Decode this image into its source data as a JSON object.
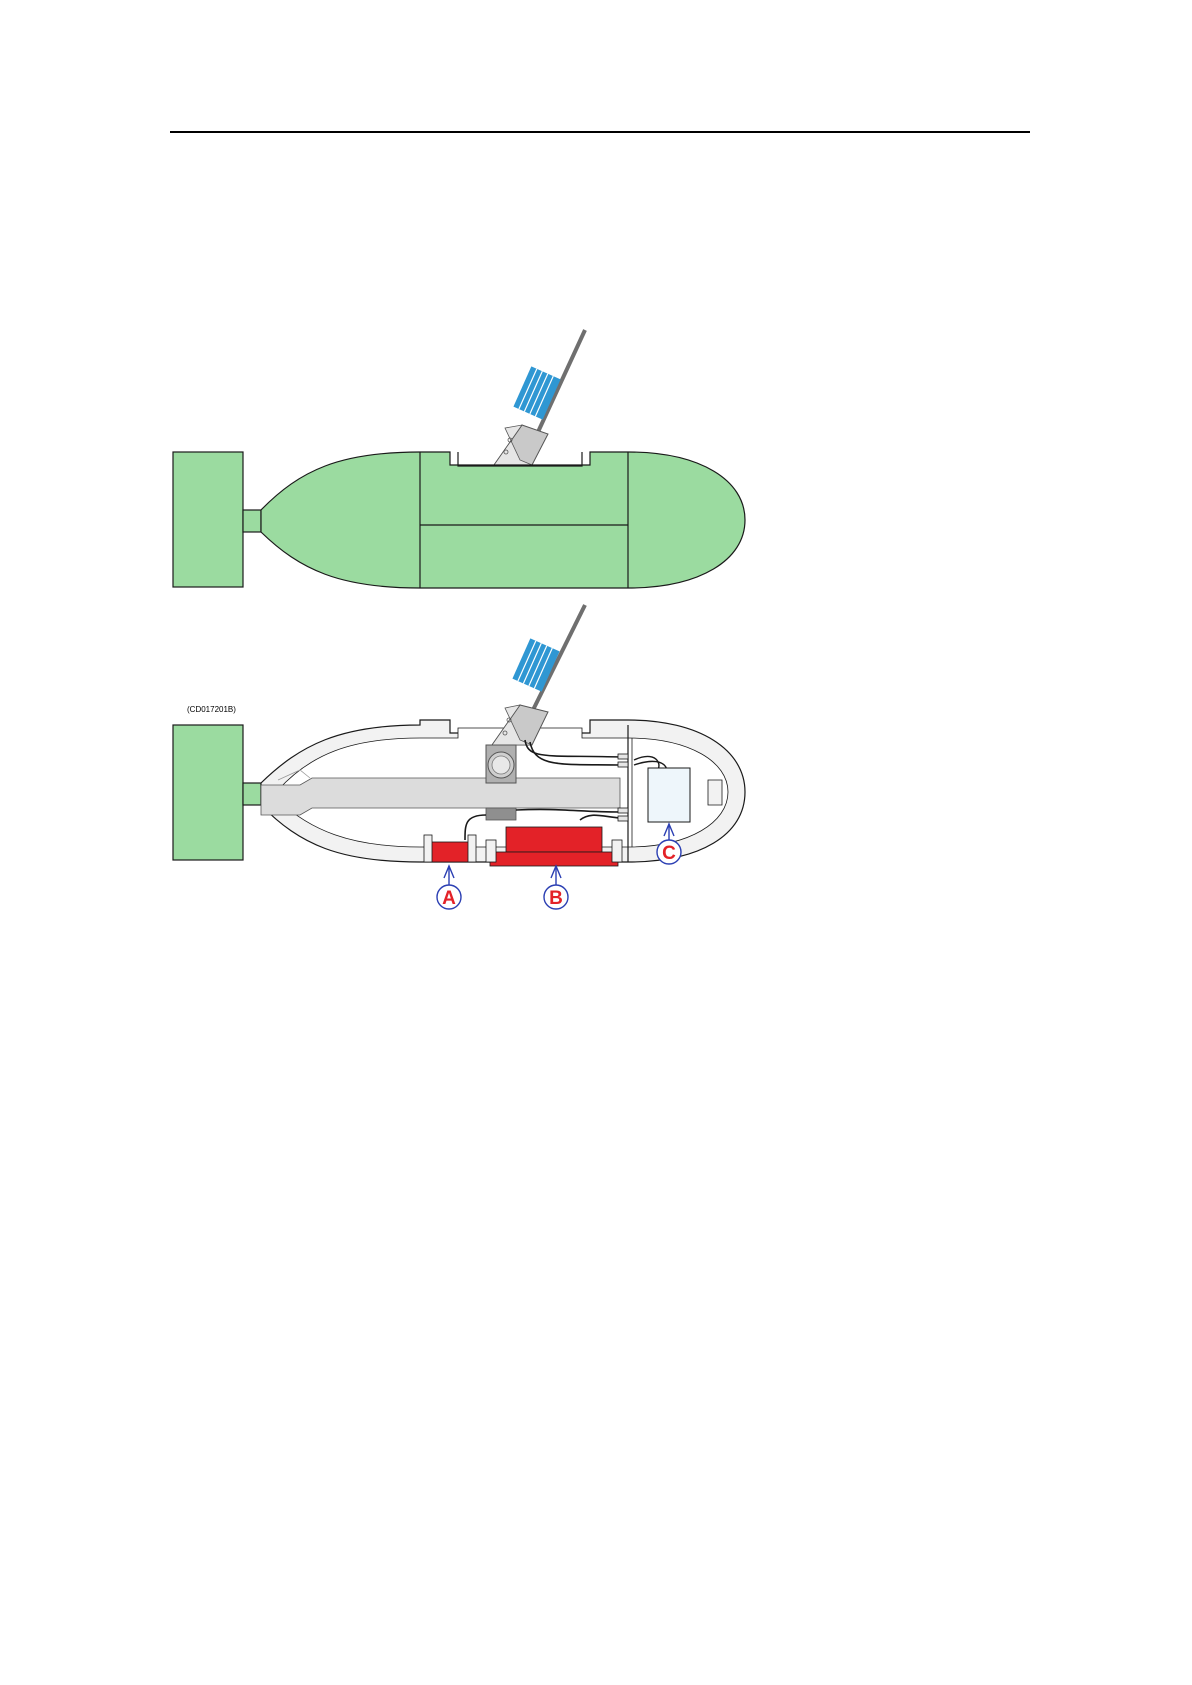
{
  "figure": {
    "code": "(CD017201B)",
    "callouts": [
      {
        "letter": "A"
      },
      {
        "letter": "B"
      },
      {
        "letter": "C"
      }
    ]
  },
  "colors": {
    "body_fill": "#9bdba0",
    "component_red": "#e32228",
    "callout_blue": "#2b3fb3",
    "cable_grey": "#6f6f6f",
    "bracket_grey": "#c9c9c9",
    "wire_mark_blue": "#2f97d3",
    "outline": "#1a1a1a"
  }
}
